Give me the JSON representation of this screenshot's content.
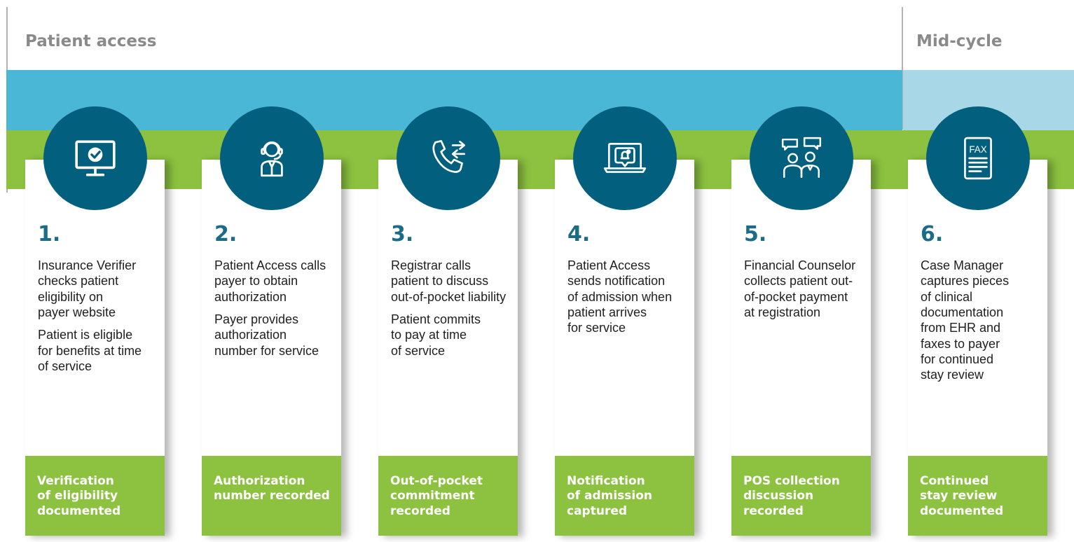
{
  "phases": [
    {
      "label": "Patient access",
      "band_color": "#4ab7d6"
    },
    {
      "label": "Mid-cycle",
      "band_color": "#a8d7e8"
    }
  ],
  "colors": {
    "green_band": "#8cc240",
    "circle": "#025f7e",
    "step_number": "#1d6c87",
    "footer": "#8cc240",
    "divider": "#b3b3b3",
    "phase_label": "#8a8a8a"
  },
  "steps": [
    {
      "number": "1.",
      "icon": "monitor-check-icon",
      "paragraphs": [
        "Insurance Verifier\nchecks patient\neligibility on\npayer website",
        "Patient is eligible\nfor benefits at time\nof service"
      ],
      "outcome": "Verification\nof eligibility\ndocumented"
    },
    {
      "number": "2.",
      "icon": "headset-agent-icon",
      "paragraphs": [
        "Patient Access calls\npayer to obtain\nauthorization",
        "Payer provides\nauthorization\nnumber for service"
      ],
      "outcome": "Authorization\nnumber recorded"
    },
    {
      "number": "3.",
      "icon": "phone-transfer-icon",
      "paragraphs": [
        "Registrar calls\npatient to discuss\nout-of-pocket liability",
        "Patient commits\nto pay at time\nof service"
      ],
      "outcome": "Out-of-pocket\ncommitment\nrecorded"
    },
    {
      "number": "4.",
      "icon": "laptop-notification-icon",
      "paragraphs": [
        "Patient Access\nsends notification\nof admission when\npatient arrives\nfor service"
      ],
      "outcome": "Notification\nof admission\ncaptured"
    },
    {
      "number": "5.",
      "icon": "conversation-people-icon",
      "paragraphs": [
        "Financial Counselor\ncollects patient out-\nof-pocket payment\nat registration"
      ],
      "outcome": "POS collection\ndiscussion\nrecorded"
    },
    {
      "number": "6.",
      "icon": "fax-document-icon",
      "icon_text": "FAX",
      "paragraphs": [
        "Case Manager\ncaptures pieces\nof clinical\ndocumentation\nfrom EHR and\nfaxes to payer\nfor continued\nstay review"
      ],
      "outcome": "Continued\nstay review\ndocumented"
    }
  ]
}
